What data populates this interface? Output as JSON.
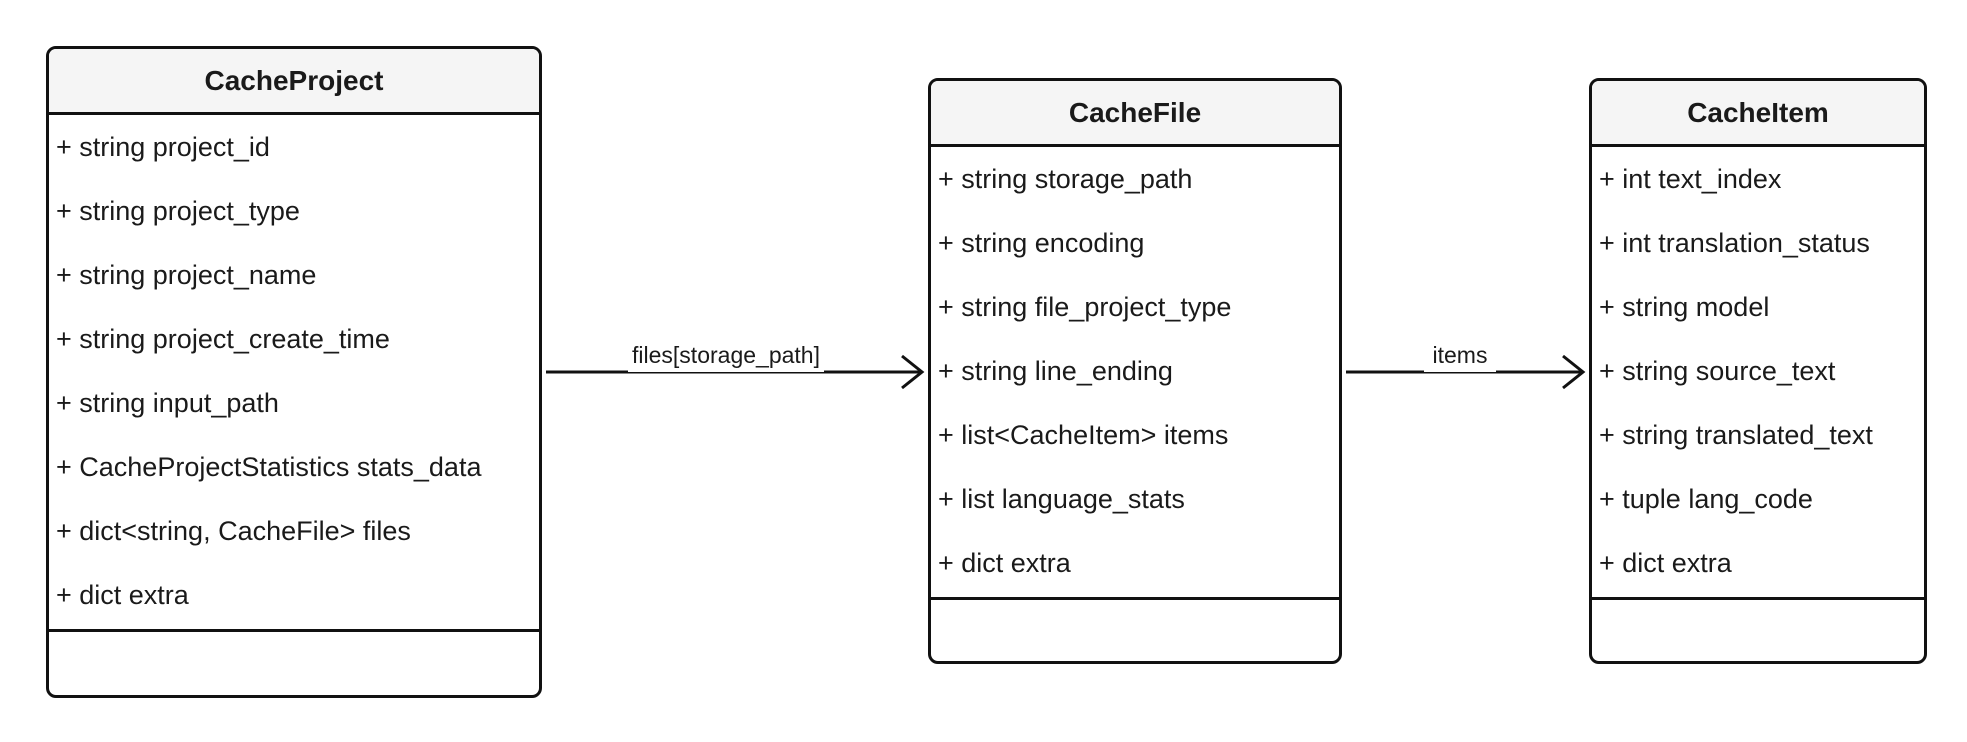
{
  "classes": {
    "project": {
      "name": "CacheProject",
      "attributes": [
        "+ string project_id",
        "+ string project_type",
        "+ string project_name",
        "+ string project_create_time",
        "+ string input_path",
        "+ CacheProjectStatistics stats_data",
        "+ dict<string, CacheFile> files",
        "+ dict extra"
      ]
    },
    "file": {
      "name": "CacheFile",
      "attributes": [
        "+ string storage_path",
        "+ string encoding",
        "+ string file_project_type",
        "+ string line_ending",
        "+ list<CacheItem> items",
        "+ list language_stats",
        "+ dict extra"
      ]
    },
    "item": {
      "name": "CacheItem",
      "attributes": [
        "+ int text_index",
        "+ int translation_status",
        "+ string model",
        "+ string source_text",
        "+ string translated_text",
        "+ tuple lang_code",
        "+ dict extra"
      ]
    }
  },
  "relations": {
    "project_to_file": {
      "label": "files[storage_path]"
    },
    "file_to_item": {
      "label": "items"
    }
  }
}
